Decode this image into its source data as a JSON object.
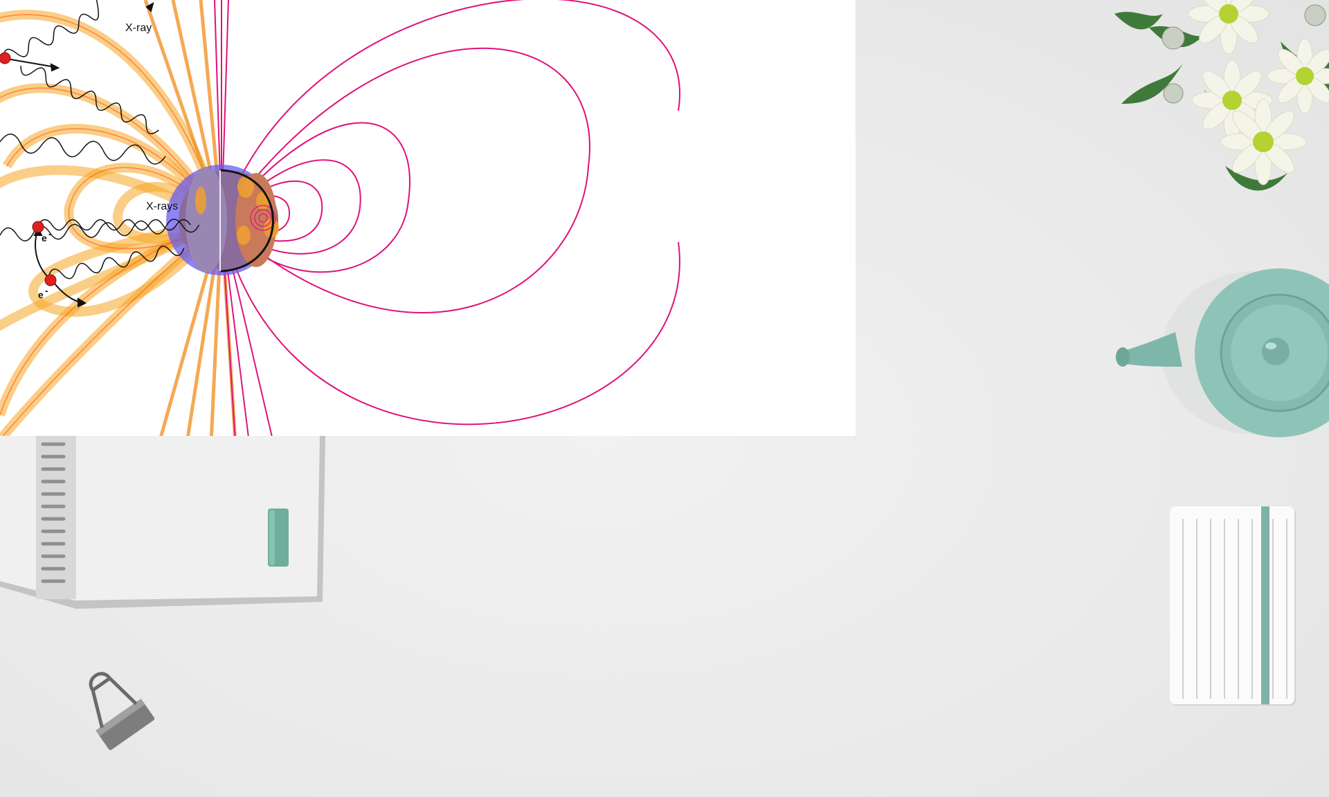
{
  "diagram": {
    "labels": {
      "xray_top": "X-ray",
      "xrays_middle": "X-rays",
      "electron_a": "e",
      "electron_b": "e",
      "electron_sup": "-"
    },
    "colors": {
      "closed_loops": "#f5a623",
      "open_field_lines": "#f08c1a",
      "magnetic_field_lines": "#e0107a",
      "photons": "#111111",
      "electrons": "#e02020",
      "sphere_glow": "#6a5cf0"
    }
  },
  "desk_scene": {
    "objects": [
      "flowers-icon",
      "teapot-icon",
      "open-notebook-icon",
      "eraser-icon",
      "binder-clip-icon",
      "closed-notebook-icon"
    ],
    "colors": {
      "desk": "#ebebeb",
      "teapot": "#8ec4b8",
      "eraser": "#6fae9c",
      "notebook_band": "#7fb2a8"
    }
  }
}
